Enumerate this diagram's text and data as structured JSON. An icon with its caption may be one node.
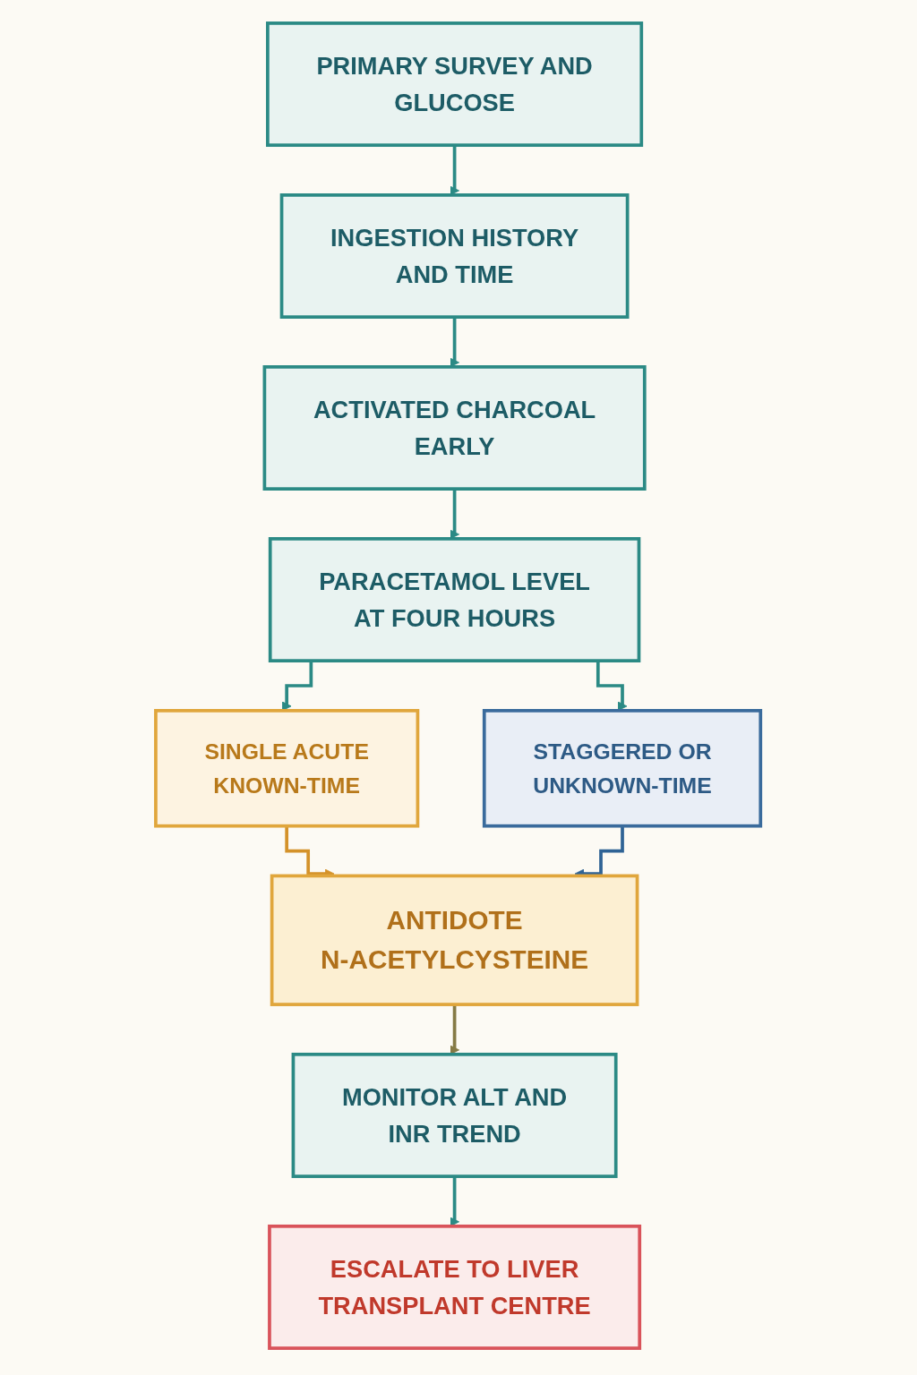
{
  "diagram": {
    "nodes": [
      {
        "text": [
          "PRIMARY SURVEY AND GLUCOSE"
        ]
      },
      {
        "text": [
          "INGESTION HISTORY AND TIME"
        ]
      },
      {
        "text": [
          "ACTIVATED CHARCOAL EARLY"
        ]
      },
      {
        "text": [
          "PARACETAMOL LEVEL AT FOUR HOURS"
        ]
      },
      {
        "text": [
          "SINGLE ACUTE KNOWN-TIME"
        ]
      },
      {
        "text": [
          "STAGGERED OR UNKNOWN-TIME"
        ]
      },
      {
        "text": [
          "ANTIDOTE N-ACETYLCYSTEINE"
        ]
      },
      {
        "text": [
          "MONITOR ALT AND INR TREND"
        ]
      },
      {
        "text": [
          "ESCALATE TO LIVER TRANSPLANT CENTRE"
        ]
      }
    ],
    "edges": [
      {
        "from": 0,
        "to": 1,
        "arrow": "to"
      },
      {
        "from": 1,
        "to": 2,
        "arrow": "to"
      },
      {
        "from": 2,
        "to": 3,
        "arrow": "to"
      },
      {
        "from": 3,
        "to": 4,
        "arrow": "to"
      },
      {
        "from": 3,
        "to": 5,
        "arrow": "to"
      },
      {
        "from": 4,
        "to": 6,
        "arrow": "to",
        "color": "#d4922a"
      },
      {
        "from": 5,
        "to": 6,
        "arrow": "to",
        "color": "#2f6395"
      },
      {
        "from": 6,
        "to": 7,
        "arrow": "to",
        "color": "#857a45"
      },
      {
        "from": 7,
        "to": 8,
        "arrow": "to"
      }
    ]
  }
}
